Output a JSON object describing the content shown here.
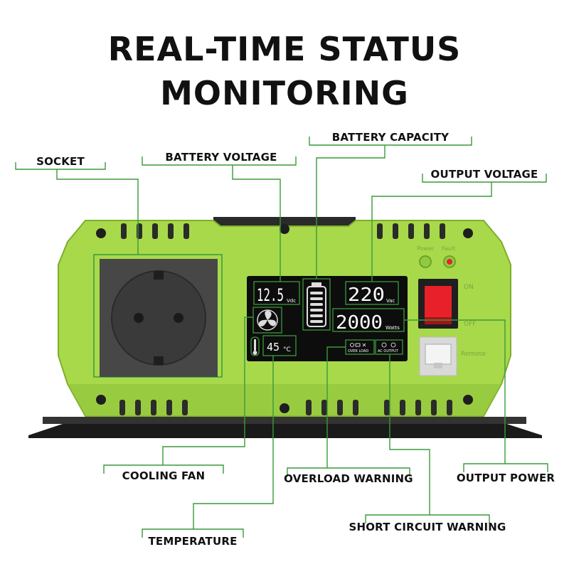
{
  "title": {
    "line1": "REAL-TIME STATUS",
    "line2": "MONITORING"
  },
  "callouts": {
    "socket": "SOCKET",
    "battery_voltage": "BATTERY VOLTAGE",
    "battery_capacity": "BATTERY CAPACITY",
    "output_voltage": "OUTPUT VOLTAGE",
    "cooling_fan": "COOLING FAN",
    "overload_warning": "OVERLOAD WARNING",
    "output_power": "OUTPUT POWER",
    "short_circuit_warning": "SHORT CIRCUIT WARNING",
    "temperature": "TEMPERATURE"
  },
  "display": {
    "battery_voltage_value": "12.5",
    "battery_voltage_unit": "Vdc",
    "output_voltage_value": "220",
    "output_voltage_unit": "Vac",
    "output_power_value": "2000",
    "output_power_unit": "Watts",
    "temperature_value": "45",
    "temperature_unit": "°C",
    "overload_label": "OVER LOAD",
    "short_label": "AC OUTPUT"
  },
  "panel": {
    "power_label": "Power",
    "fault_label": "Fault",
    "on_label": "ON",
    "off_label": "OFF",
    "remote_label": "Remote"
  },
  "colors": {
    "body_green": "#a8d94a",
    "callout_line": "#3a9a3a",
    "screen": "#0d0d0d",
    "socket_gray": "#4a4a4a",
    "switch_red": "#e8202a"
  }
}
